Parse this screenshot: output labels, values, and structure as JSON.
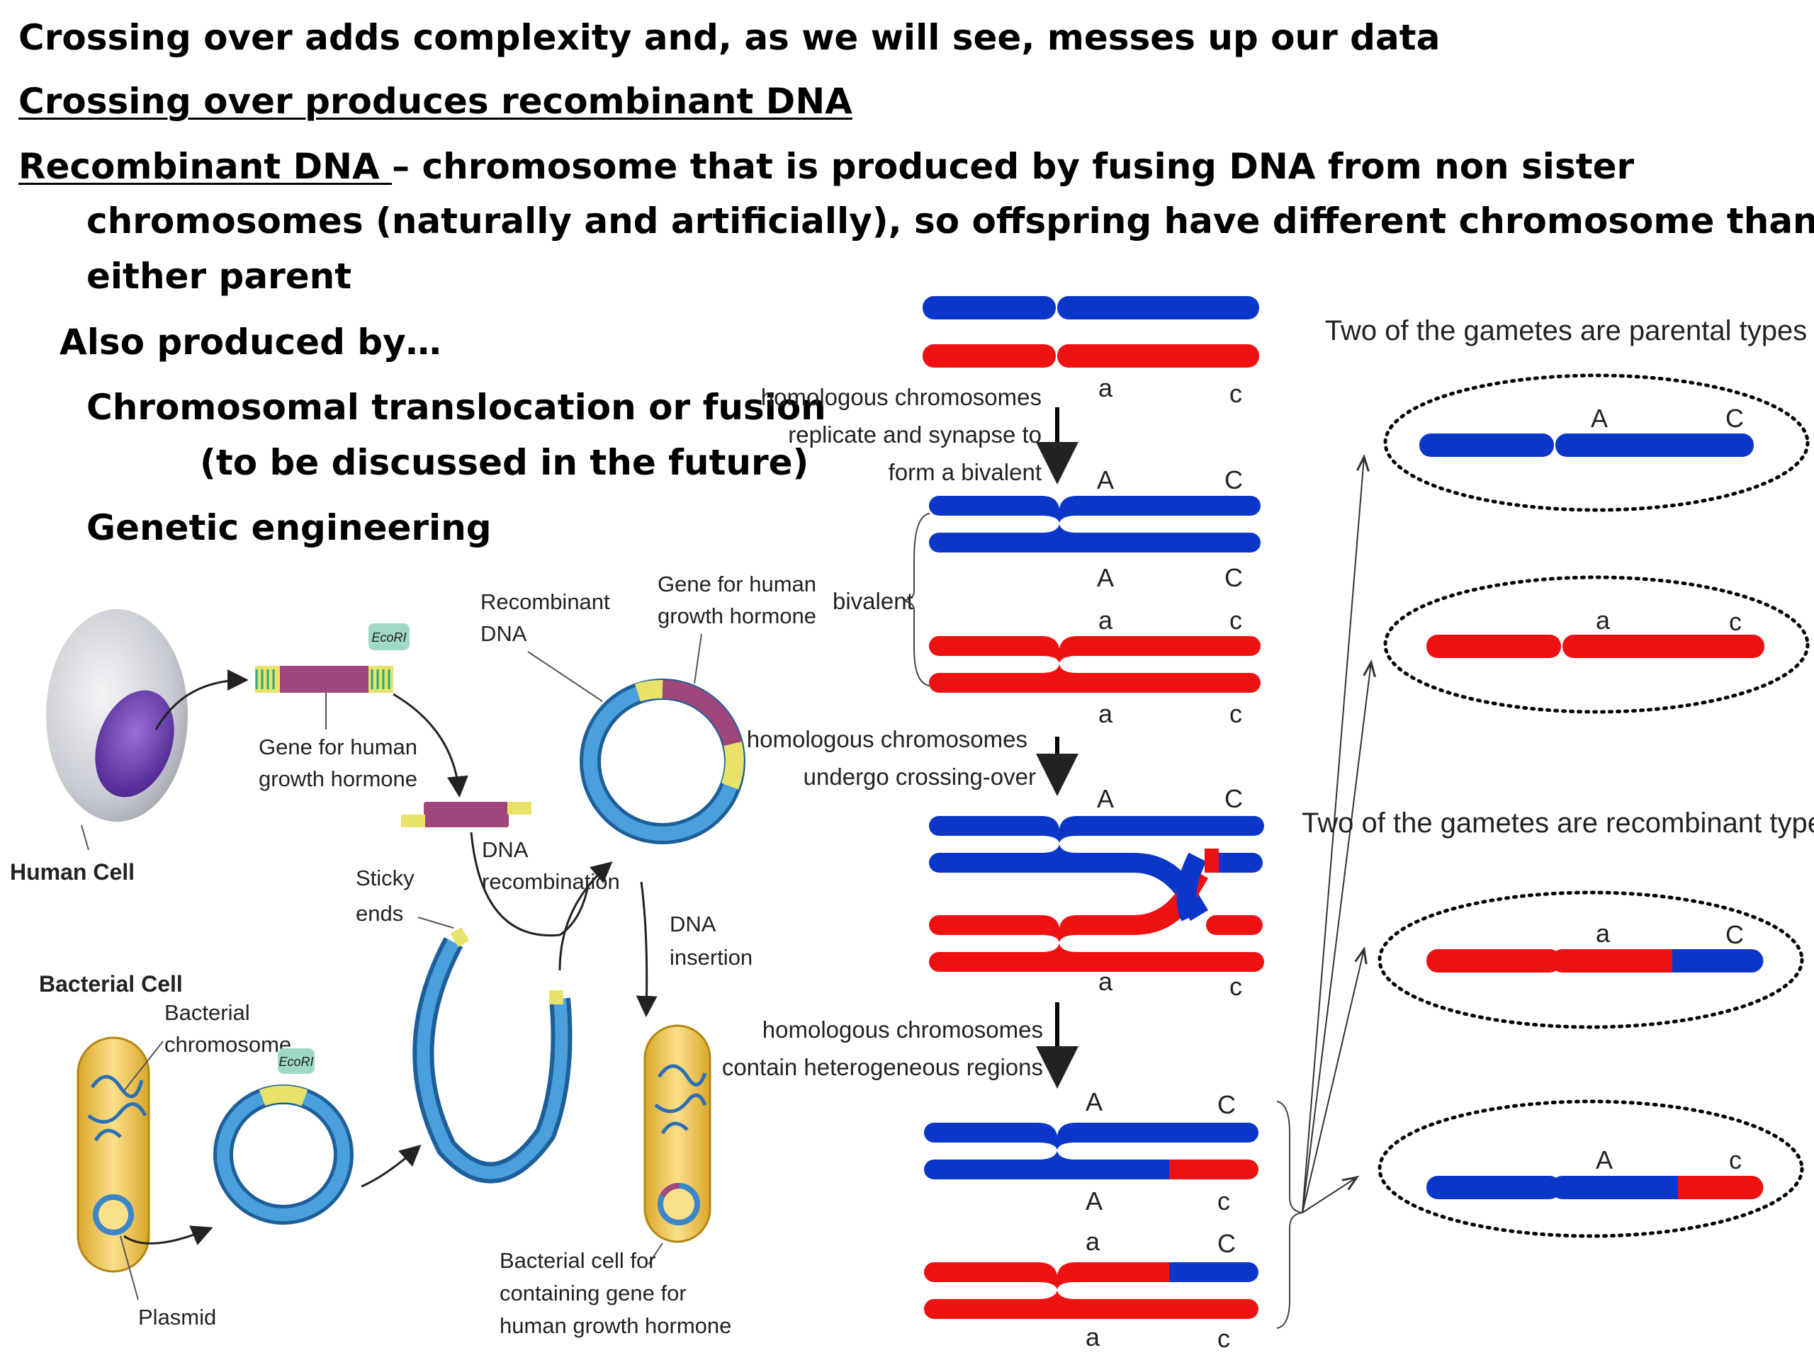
{
  "text": {
    "line1": "Crossing over adds complexity  and, as we will see, messes up our data",
    "line2": "Crossing over produces recombinant DNA",
    "term": "Recombinant DNA ",
    "definition_1": "– chromosome that is produced by fusing DNA from non sister",
    "definition_2": "chromosomes (naturally and artificially), so offspring have different chromosome than",
    "definition_3": "either parent",
    "also_produced": "Also produced by…",
    "item1a": "Chromosomal translocation or fusion",
    "item1b": "(to be discussed in the future)",
    "item2": "Genetic engineering"
  },
  "engineering_figure": {
    "human_cell": "Human Cell",
    "ecori_top": "EcoRI",
    "gene_label_1": "Gene for human",
    "gene_label_2": "growth hormone",
    "recombinant_1": "Recombinant",
    "recombinant_2": "DNA",
    "gene_top_1": "Gene for human",
    "gene_top_2": "growth hormone",
    "sticky_1": "Sticky",
    "sticky_2": "ends",
    "dna_recomb_1": "DNA",
    "dna_recomb_2": "recombination",
    "dna_insert_1": "DNA",
    "dna_insert_2": "insertion",
    "bacterial_cell": "Bacterial Cell",
    "bact_chrom_1": "Bacterial",
    "bact_chrom_2": "chromosome",
    "ecori_bottom": "EcoRI",
    "plasmid": "Plasmid",
    "result_1": "Bacterial cell for",
    "result_2": "containing gene for",
    "result_3": "human growth hormone"
  },
  "crossing_figure": {
    "step1_1": "homologous chromosomes",
    "step1_2": "replicate and synapse to",
    "step1_3": "form a bivalent",
    "bivalent": "bivalent",
    "step2_1": "homologous chromosomes",
    "step2_2": "undergo crossing-over",
    "step3_1": "homologous chromosomes",
    "step3_2": "contain heterogeneous regions",
    "A": "A",
    "C": "C",
    "a": "a",
    "c": "c",
    "parental_title": "Two of the gametes are parental types",
    "recombinant_title": "Two of the gametes are recombinant types"
  },
  "colors": {
    "blue": "#0b37c9",
    "red": "#ee1111",
    "plasmid": "#3a86c8",
    "gene": "#a0467a",
    "cell_yellow": "#f2c94c"
  }
}
